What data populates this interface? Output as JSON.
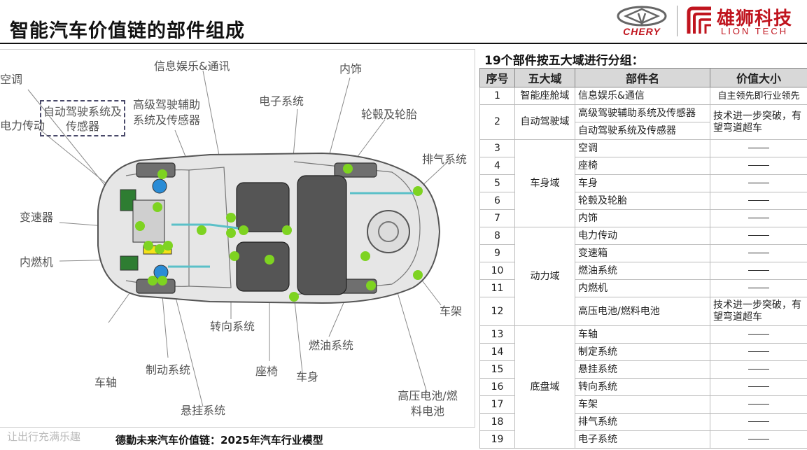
{
  "header": {
    "title": "智能汽车价值链的部件组成",
    "chery_brand": "CHERY",
    "lion_name": "雄狮科技",
    "lion_en": "LION TECH"
  },
  "diagram": {
    "ads_box": "自动驾驶系统及传感器",
    "labels": {
      "ac": "空调",
      "power": "电力传动",
      "gearbox": "变速器",
      "engine": "内燃机",
      "axle": "车轴",
      "brake": "制动系统",
      "suspension": "悬挂系统",
      "steering": "转向系统",
      "seat": "座椅",
      "body": "车身",
      "fuel": "燃油系统",
      "battery": "高压电池/燃料电池",
      "frame": "车架",
      "exhaust": "排气系统",
      "wheels": "轮毂及轮胎",
      "electronics": "电子系统",
      "interior": "内饰",
      "infotainment": "信息娱乐&通讯",
      "adas": "高级驾驶辅助系统及传感器"
    }
  },
  "footer": {
    "slogan": "让出行充满乐趣",
    "source": "德勤未来汽车价值链：2025年汽车行业模型"
  },
  "table": {
    "title": "19个部件按五大域进行分组：",
    "headers": [
      "序号",
      "五大域",
      "部件名",
      "价值大小"
    ],
    "rows": [
      {
        "num": "1",
        "domain": "智能座舱域",
        "part": "信息娱乐&通信",
        "value": "自主领先即行业领先"
      },
      {
        "num": "2",
        "domain": "自动驾驶域",
        "part": "高级驾驶辅助系统及传感器",
        "part2": "自动驾驶系统及传感器",
        "value": "技术进一步突破，有望弯道超车"
      },
      {
        "num": "3",
        "domain": "车身域",
        "part": "空调"
      },
      {
        "num": "4",
        "part": "座椅"
      },
      {
        "num": "5",
        "part": "车身"
      },
      {
        "num": "6",
        "part": "轮毂及轮胎"
      },
      {
        "num": "7",
        "part": "内饰"
      },
      {
        "num": "8",
        "domain": "动力域",
        "part": "电力传动"
      },
      {
        "num": "9",
        "part": "变速箱"
      },
      {
        "num": "10",
        "part": "燃油系统"
      },
      {
        "num": "11",
        "part": "内燃机"
      },
      {
        "num": "12",
        "part": "高压电池/燃料电池",
        "value": "技术进一步突破，有望弯道超车"
      },
      {
        "num": "13",
        "domain": "底盘域",
        "part": "车轴"
      },
      {
        "num": "14",
        "part": "制定系统"
      },
      {
        "num": "15",
        "part": "悬挂系统"
      },
      {
        "num": "16",
        "part": "转向系统"
      },
      {
        "num": "17",
        "part": "车架"
      },
      {
        "num": "18",
        "part": "排气系统"
      },
      {
        "num": "19",
        "part": "电子系统"
      }
    ]
  },
  "colors": {
    "brand_red": "#c0141e",
    "marker_green": "#7ed321"
  }
}
